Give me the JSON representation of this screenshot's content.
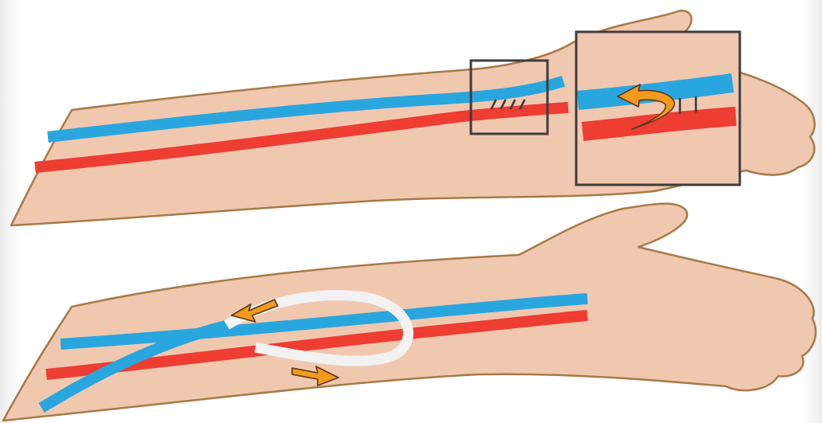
{
  "figure": {
    "top_panel": {
      "name": "radiocephalic-fistula",
      "structures": [
        "forearm",
        "vein",
        "artery",
        "anastomosis",
        "magnified-inset"
      ]
    },
    "bottom_panel": {
      "name": "loop-graft",
      "structures": [
        "forearm",
        "vein",
        "artery",
        "graft",
        "flow-arrows"
      ]
    },
    "colors": {
      "skin": "#f0c8b0",
      "skin_outline": "#a87a48",
      "vein": "#2aa6de",
      "artery": "#ee3d33",
      "graft": "#f2f2f2",
      "flow_arrow": "#f39a1e",
      "frame": "#3d3d3d"
    }
  }
}
